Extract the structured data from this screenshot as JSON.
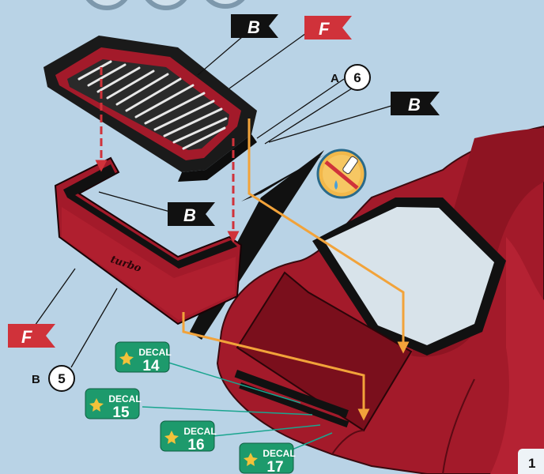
{
  "flags": {
    "top_b": "B",
    "top_f": "F",
    "right_b": "B",
    "middle_b": "B",
    "left_f": "F"
  },
  "callouts": {
    "a6": {
      "letter": "A",
      "number": "6"
    },
    "b5": {
      "letter": "B",
      "number": "5"
    }
  },
  "spoiler_script": "turbo",
  "decals": [
    {
      "word": "DECAL",
      "number": "14"
    },
    {
      "word": "DECAL",
      "number": "15"
    },
    {
      "word": "DECAL",
      "number": "16"
    },
    {
      "word": "DECAL",
      "number": "17"
    }
  ],
  "page_number": "1",
  "colors": {
    "background": "#b9d3e6",
    "car_red": "#a31a2a",
    "black_flag": "#111111",
    "red_flag": "#d0323a",
    "orange_arrow": "#f2a33a",
    "decal_green": "#1d9a6c",
    "teal_leader": "#1aa58f"
  },
  "icons": [
    "no-glue-icon"
  ]
}
